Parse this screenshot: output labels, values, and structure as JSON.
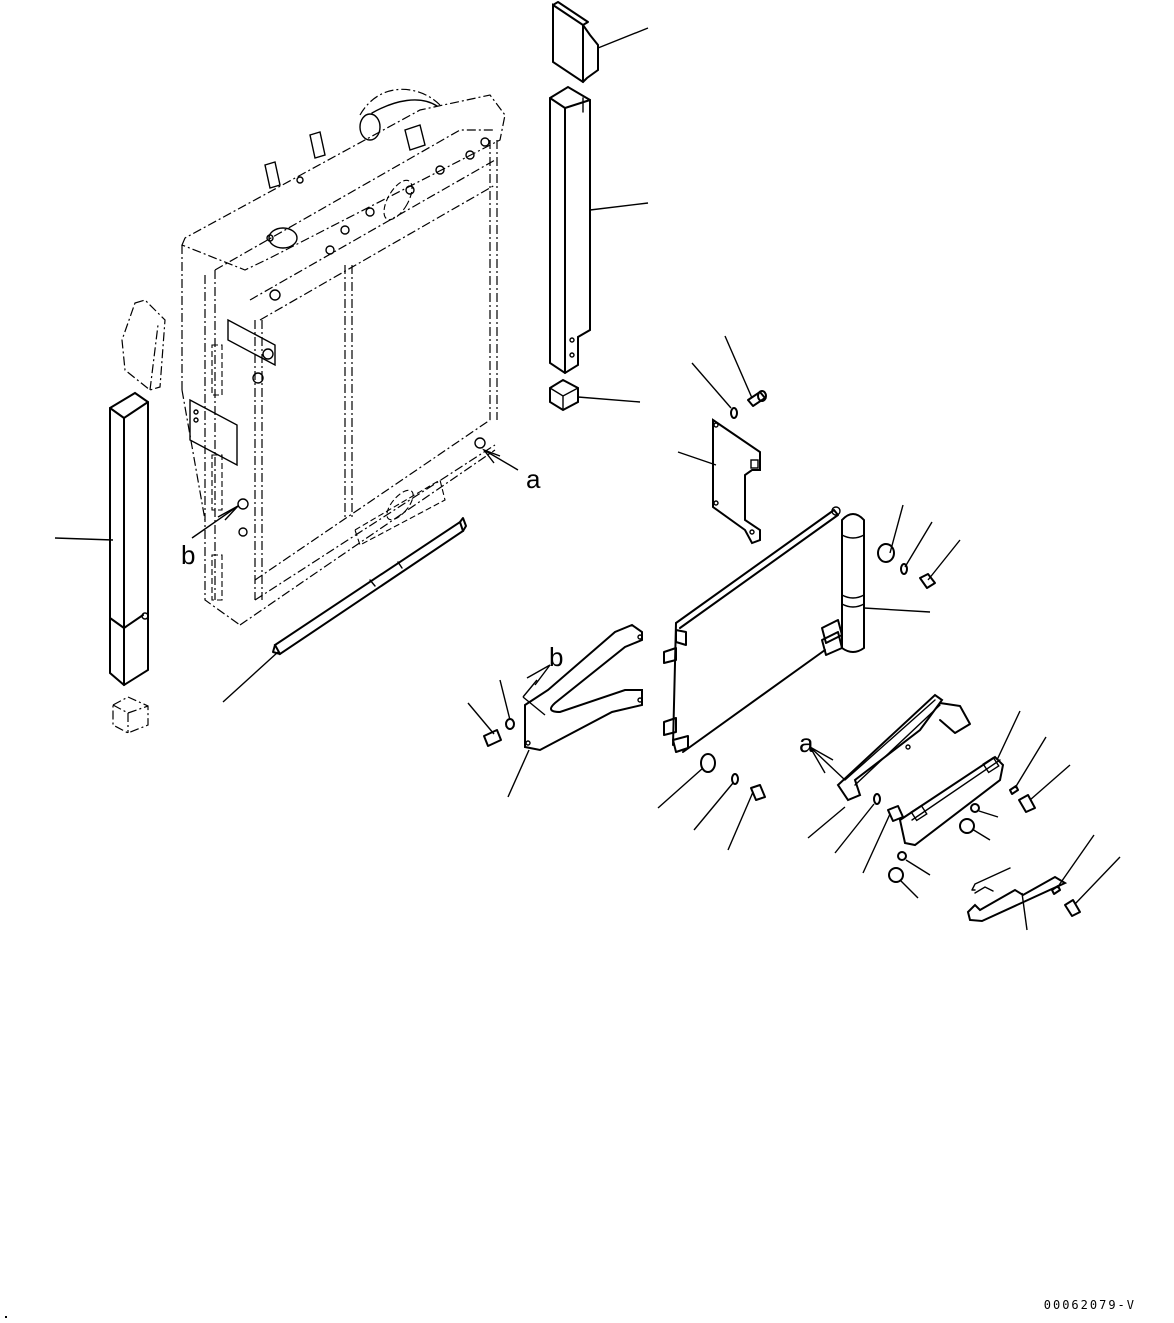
{
  "diagram": {
    "type": "exploded-parts-diagram",
    "subject": "radiator assembly with side covers, seals, condenser bracket and mounting hardware",
    "labels": {
      "ref_a_1": "a",
      "ref_a_2": "a",
      "ref_b_1": "b",
      "ref_b_2": "b"
    },
    "drawing_code": "00062079-V",
    "line_color": "#000000",
    "background_color": "#ffffff"
  }
}
